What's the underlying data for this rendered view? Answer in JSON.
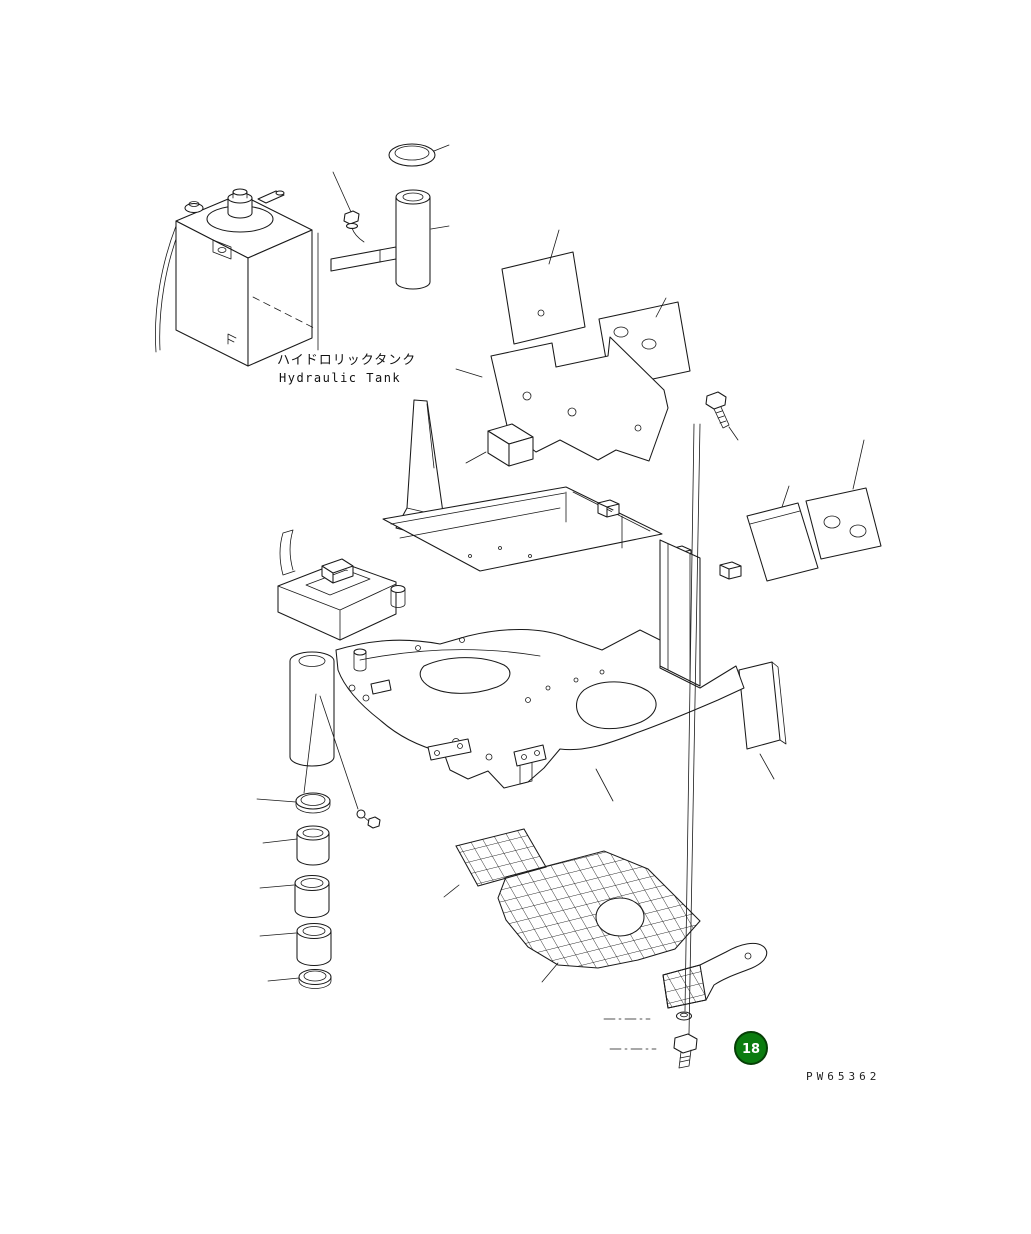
{
  "page": {
    "background": "#ffffff",
    "line_color": "#1a1a1a"
  },
  "diagram": {
    "tank_label_jp": "ハイドロリックタンク",
    "tank_label_en": "Hydraulic Tank",
    "callout": {
      "number": "18",
      "fill": "#0b7c0f",
      "ring": "#063e06",
      "text_color": "#ffffff"
    },
    "drawing_code": "PW65362"
  }
}
